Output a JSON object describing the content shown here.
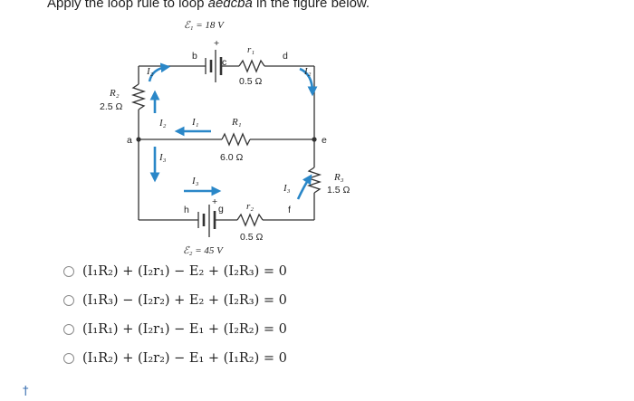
{
  "question": {
    "prefix": "Apply the loop rule to loop ",
    "loop": "aedcba",
    "suffix": " in the figure below."
  },
  "circuit": {
    "E1_label": "ℰ₁ = 18 V",
    "E2_label": "ℰ₂ = 45 V",
    "plus": "+",
    "nodes": {
      "a": "a",
      "b": "b",
      "c": "c",
      "d": "d",
      "e": "e",
      "f": "f",
      "g": "g",
      "h": "h"
    },
    "R2_name": "R₂",
    "R2_value": "2.5 Ω",
    "R1_name": "R₁",
    "R1_value": "6.0 Ω",
    "R3_name": "R₃",
    "R3_value": "1.5 Ω",
    "r1_name": "r₁",
    "r1_value": "0.5 Ω",
    "r2_name": "r₂",
    "r2_value": "0.5 Ω",
    "I1": "I₁",
    "I2": "I₂",
    "I3": "I₃"
  },
  "options": [
    "○ (I₁R₂) + (I₂r₁) − E₂ + (I₂R₃) = 0",
    "○ (I₁R₃) − (I₂r₂) + E₂ + (I₂R₃) = 0",
    "○ (I₁R₁) + (I₂r₁) − E₁ + (I₂R₂) = 0",
    "○ (I₁R₂) + (I₂r₂) − E₁ + (I₁R₂) = 0"
  ],
  "option_texts": [
    "(I₁R₂) + (I₂r₁) − E₂ + (I₂R₃) = 0",
    "(I₁R₃) − (I₂r₂) + E₂ + (I₂R₃) = 0",
    "(I₁R₁) + (I₂r₁) − E₁ + (I₂R₂) = 0",
    "(I₁R₂) + (I₂r₂) − E₁ + (I₁R₂) = 0"
  ],
  "footer_mark": "†",
  "colors": {
    "arrow": "#2a87c8",
    "wire": "#333333"
  }
}
